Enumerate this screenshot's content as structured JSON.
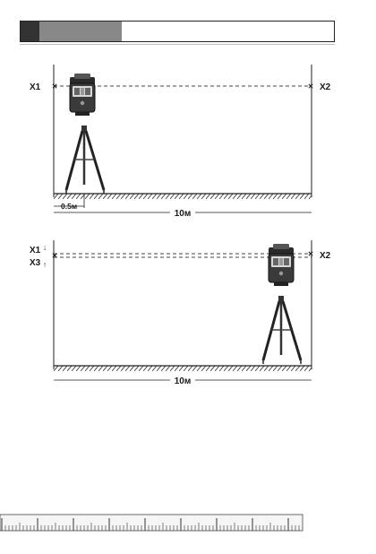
{
  "diagram": {
    "top": {
      "left_point": "X1",
      "right_point": "X2",
      "offset_label": "0.5м",
      "distance_label": "10м"
    },
    "bottom": {
      "left_point_top": "X1",
      "left_point_bottom": "X3",
      "right_point": "X2",
      "distance_label": "10м"
    }
  }
}
